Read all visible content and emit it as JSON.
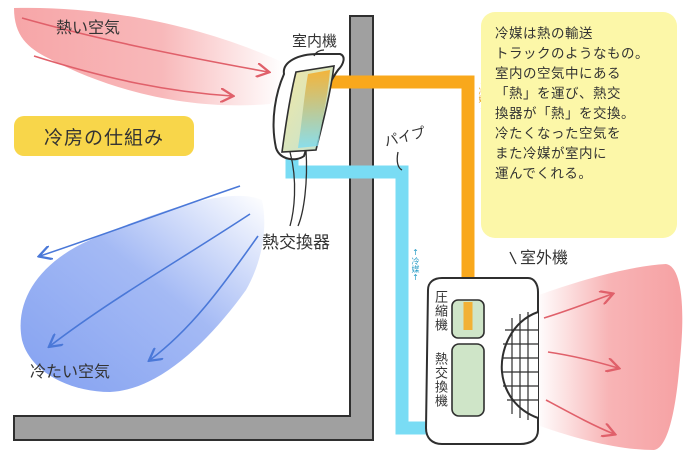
{
  "title": "冷房の仕組み",
  "labels": {
    "hot_air": "熱い空気",
    "cold_air": "冷たい空気",
    "indoor_unit": "室内機",
    "outdoor_unit": "室外機",
    "pipe": "パイプ",
    "heat_exchanger": "熱交換器",
    "refrigerant_down": "↓冷媒↓",
    "refrigerant_up": "↑冷媒↑",
    "compressor": "圧縮機",
    "outdoor_heat_exchanger": "熱交換機"
  },
  "explanation": [
    "冷媒は熱の輸送",
    "トラックのようなもの。",
    "室内の空気中にある",
    "「熱」を運び、熱交",
    "換器が「熱」を交換。",
    "冷たくなった空気を",
    "また冷媒が室内に",
    "運んでくれる。"
  ],
  "colors": {
    "warm_pipe": "#f9a81c",
    "cool_pipe": "#79dcf4",
    "hot_air": "#f6a1a3",
    "cold_air": "#7d9cf0",
    "wall": "#a0a0a0",
    "title_badge": "#f8d64a",
    "note_bg": "#fcf7a8"
  }
}
